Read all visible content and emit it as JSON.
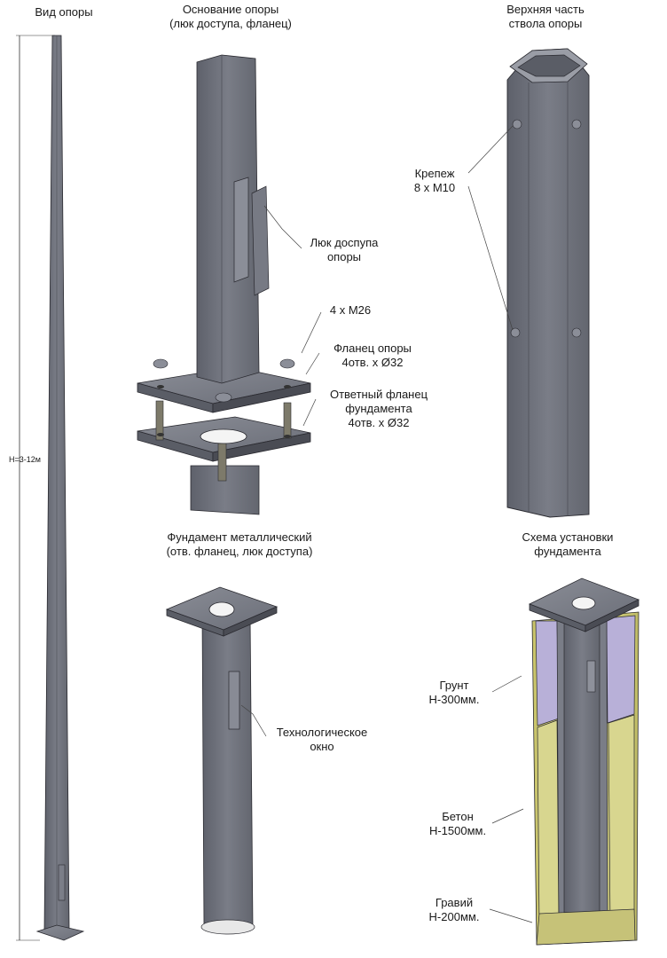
{
  "colors": {
    "steel": "#6b6e78",
    "steel_dark": "#4a4c54",
    "steel_light": "#8a8d96",
    "concrete": "#c8c86e",
    "soil": "#b8b0d8",
    "edge": "#2a2a30"
  },
  "titles": {
    "pole_view": "Вид опоры",
    "pole_base_1": "Основание опоры",
    "pole_base_2": "(люк доступа, фланец)",
    "top_part_1": "Верхняя часть",
    "top_part_2": "ствола опоры",
    "foundation_1": "Фундамент металлический",
    "foundation_2": "(отв. фланец, люк доступа)",
    "scheme_1": "Схема установки",
    "scheme_2": "фундамента"
  },
  "labels": {
    "height": "H=3-12м",
    "hatch_1": "Люк доспупа",
    "hatch_2": "опоры",
    "bolts": "4 x M26",
    "flange_1": "Фланец опоры",
    "flange_2": "4отв. x Ø32",
    "counter_flange_1": "Ответный фланец",
    "counter_flange_2": "фундамента",
    "counter_flange_3": "4отв. x Ø32",
    "fasteners_1": "Крепеж",
    "fasteners_2": "8 x M10",
    "tech_window_1": "Технологическое",
    "tech_window_2": "окно",
    "soil_1": "Грунт",
    "soil_2": "H-300мм.",
    "concrete_1": "Бетон",
    "concrete_2": "H-1500мм.",
    "gravel_1": "Гравий",
    "gravel_2": "H-200мм."
  }
}
